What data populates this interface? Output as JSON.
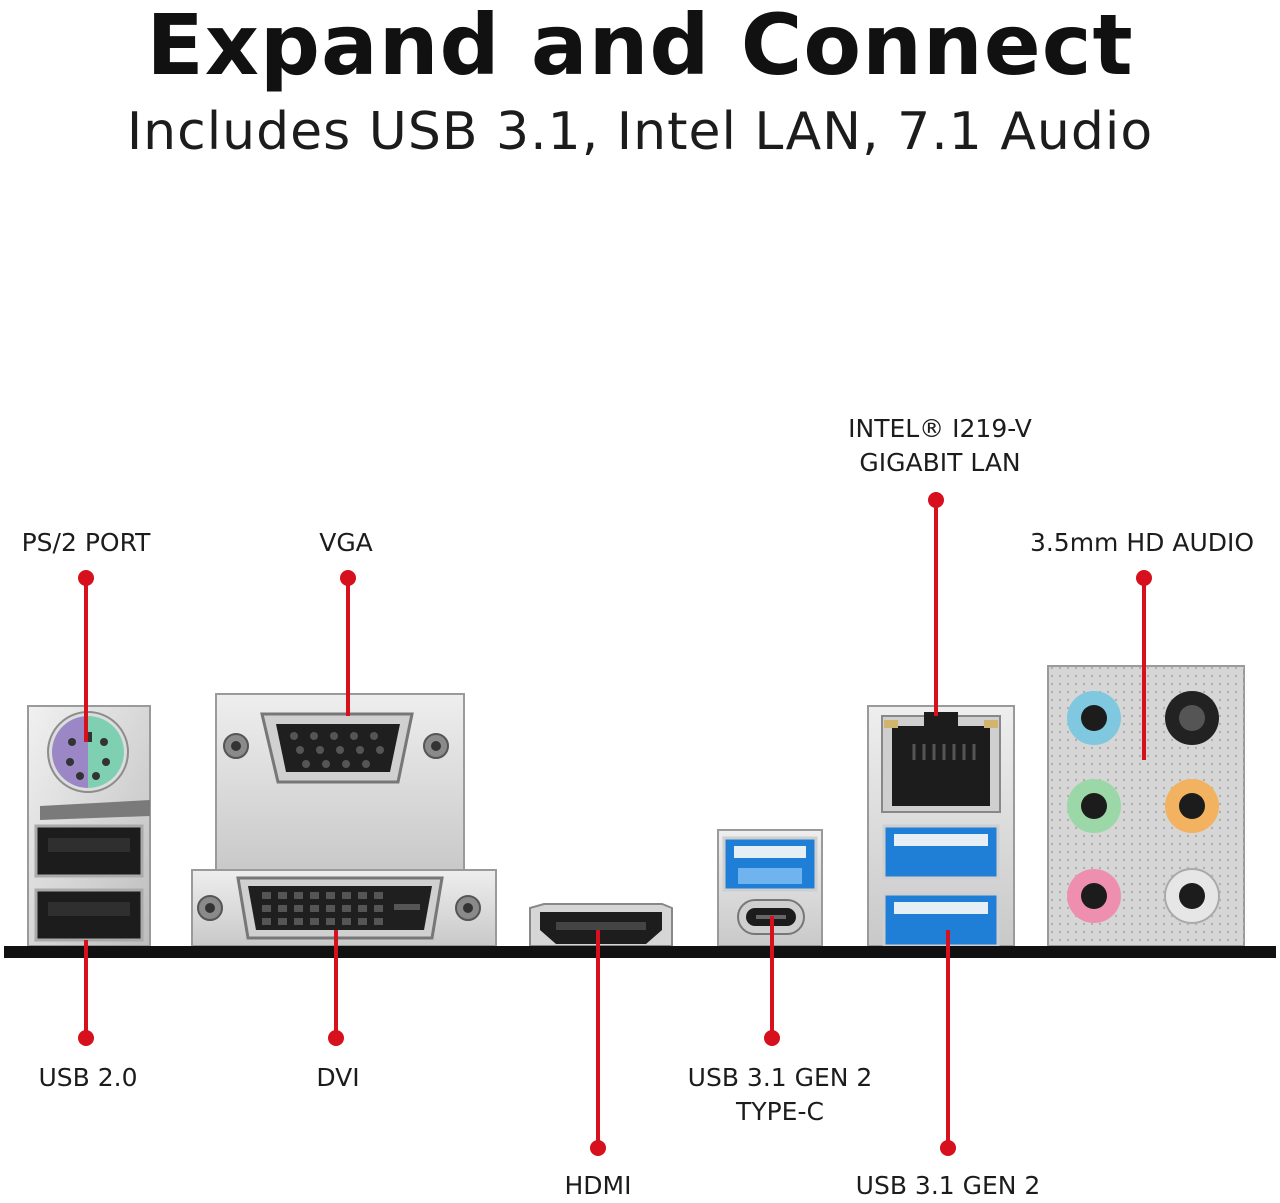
{
  "header": {
    "title": "Expand and Connect",
    "subtitle": "Includes USB 3.1, Intel LAN, 7.1 Audio"
  },
  "callouts": {
    "ps2": "PS/2 PORT",
    "vga": "VGA",
    "lan_line1": "INTEL® I219-V",
    "lan_line2": "GIGABIT LAN",
    "audio": "3.5mm HD AUDIO",
    "usb20": "USB 2.0",
    "dvi": "DVI",
    "typec_line1": "USB 3.1 GEN 2",
    "typec_line2": "TYPE-C",
    "hdmi": "HDMI",
    "usb31": "USB 3.1 GEN 2"
  },
  "colors": {
    "accent_red": "#d6101c",
    "bar_black": "#111111",
    "usb3_blue": "#1f7fd6",
    "audio_blue": "#7fc8e0",
    "audio_black": "#222222",
    "audio_green": "#9cd7a8",
    "audio_orange": "#f2b25f",
    "audio_pink": "#ee8fb0",
    "audio_grey": "#d8d8d8",
    "ps2_purple": "#9b86c6",
    "ps2_green": "#7fcfb3"
  }
}
